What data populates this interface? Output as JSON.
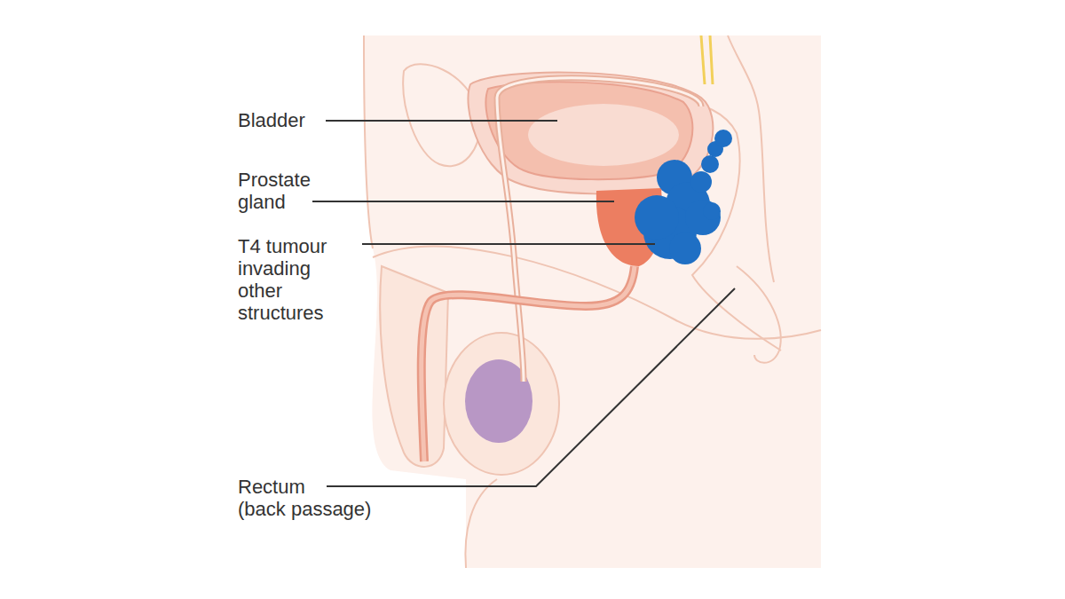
{
  "diagram": {
    "labels": [
      "Bladder",
      "Prostate gland",
      "T4 tumour invading other structures",
      "Rectum (back passage)"
    ]
  }
}
